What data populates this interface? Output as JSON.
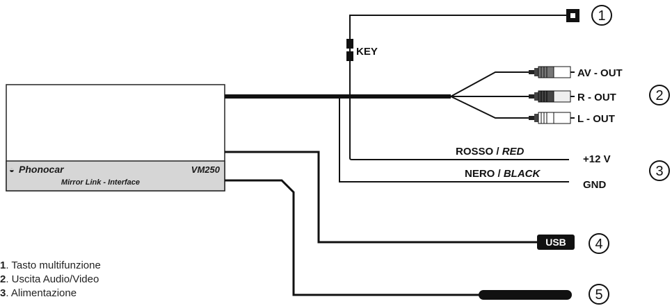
{
  "device": {
    "brand": "Phonocar",
    "model": "VM250",
    "subtitle": "Mirror Link - Interface",
    "panel_color": "#d6d6d6"
  },
  "labels": {
    "key": "KEY",
    "av_out": "AV - OUT",
    "r_out": "R - OUT",
    "l_out": "L - OUT",
    "red_wire": "ROSSO / ",
    "red_wire_en": "RED",
    "black_wire": "NERO / ",
    "black_wire_en": "BLACK",
    "plus12v": "+12 V",
    "gnd": "GND",
    "usb": "USB"
  },
  "callouts": [
    "1",
    "2",
    "3",
    "4",
    "5"
  ],
  "legend": [
    {
      "num": "1",
      "text": ". Tasto multifunzione"
    },
    {
      "num": "2",
      "text": ". Uscita Audio/Video"
    },
    {
      "num": "3",
      "text": ". Alimentazione"
    }
  ]
}
